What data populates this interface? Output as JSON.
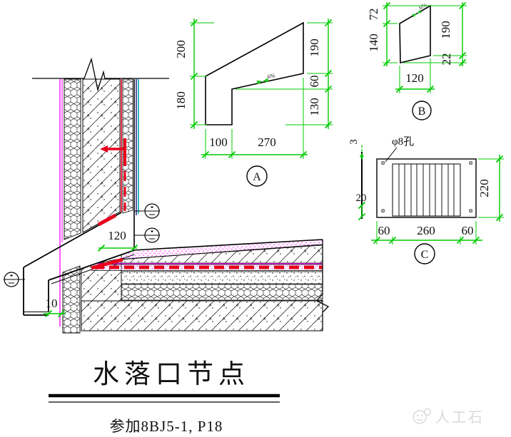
{
  "drawing": {
    "title": "水落口节点",
    "reference": "参加8BJ5-1, P18",
    "watermark": "人工石"
  },
  "main_view": {
    "dim_opening": "120",
    "dim_lip": "10"
  },
  "detail_a": {
    "label": "A",
    "slope_mark": "6%",
    "dim_left_top": "200",
    "dim_left_bottom": "180",
    "dim_right_top": "190",
    "dim_right_mid": "60",
    "dim_right_bottom": "130",
    "dim_bottom_left": "100",
    "dim_bottom_right": "270"
  },
  "detail_b": {
    "label": "B",
    "slope_mark": "6%",
    "dim_left_top": "72",
    "dim_left_bottom": "140",
    "dim_right_top": "190",
    "dim_right_bottom": "22",
    "dim_bottom": "120"
  },
  "detail_c": {
    "label": "C",
    "hole_note": "φ8孔",
    "dim_left_top": "3",
    "dim_left_bottom": "20",
    "dim_right": "220",
    "dim_bottom_left": "60",
    "dim_bottom_mid": "260",
    "dim_bottom_right": "60"
  },
  "colors": {
    "dimension_green": "#00cb00",
    "membrane_red": "#e8001c",
    "finish_magenta": "#ff00ff",
    "board_cyan": "#00a8a8",
    "line_navy": "#00007f"
  }
}
